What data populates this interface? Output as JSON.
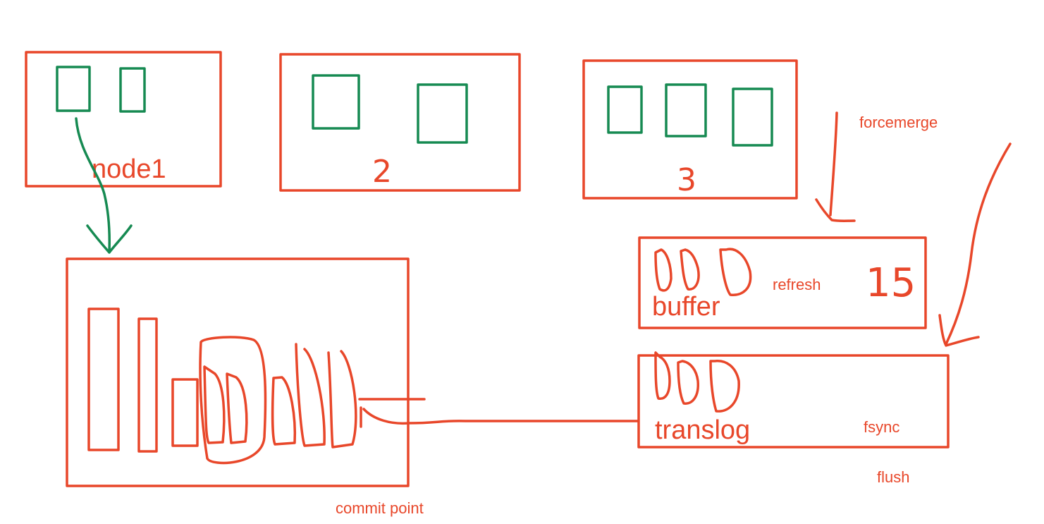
{
  "labels": {
    "node1": "node1",
    "node2": "2",
    "node3": "3",
    "forcemerge": "forcemerge",
    "refresh": "refresh",
    "refresh_interval": "15",
    "buffer": "buffer",
    "translog": "translog",
    "fsync": "fsync",
    "flush": "flush",
    "commit_point": "commit point"
  },
  "colors": {
    "ink_red": "#e8472a",
    "ink_green": "#168a52",
    "background": "#ffffff"
  }
}
